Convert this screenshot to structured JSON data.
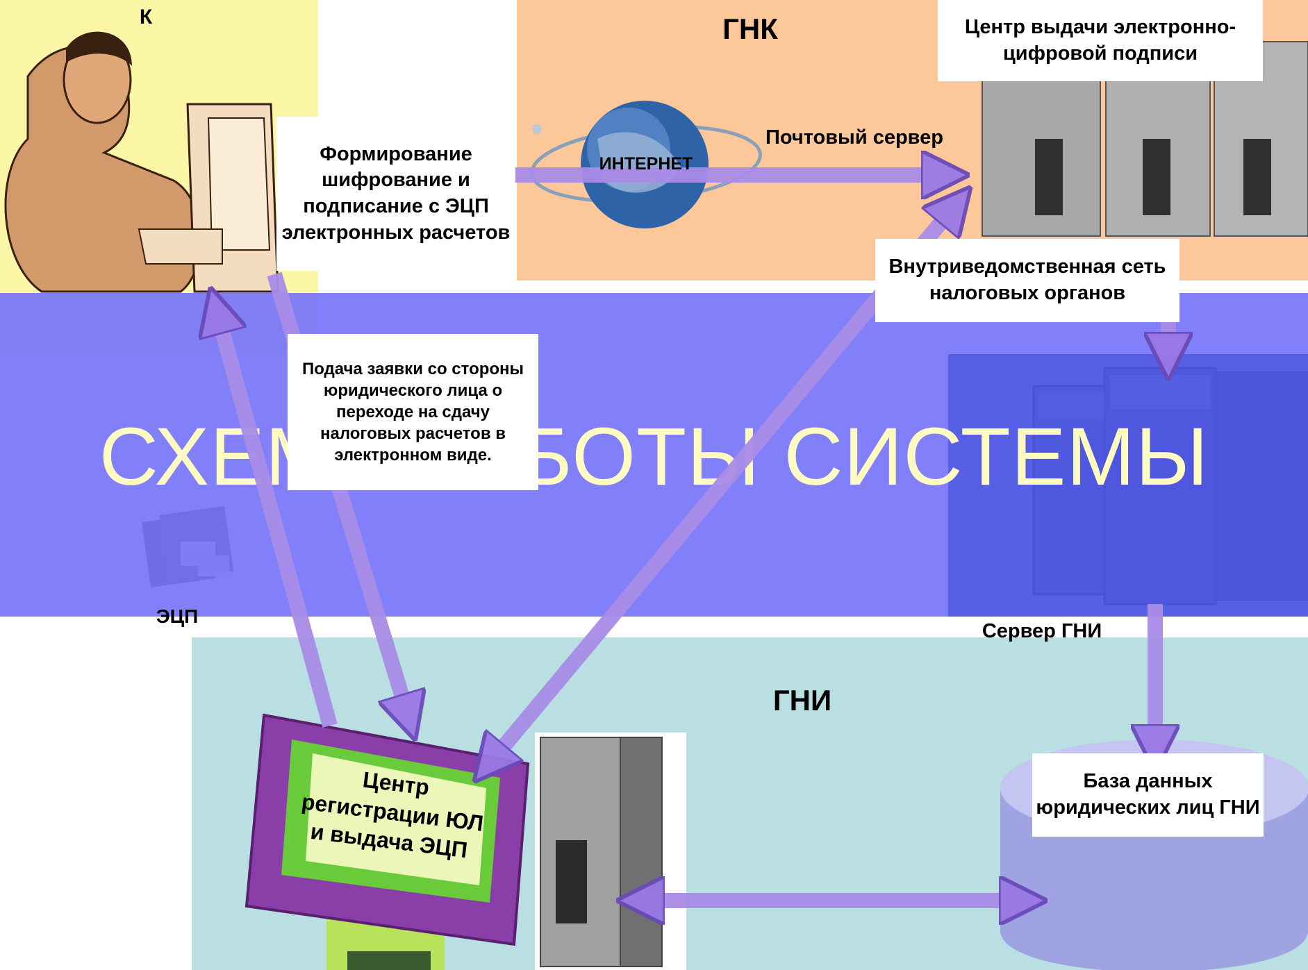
{
  "title": "СХЕМА РАБОТЫ СИСТЕМЫ",
  "regions": {
    "k": "К",
    "gnk": "ГНК",
    "gni": "ГНИ"
  },
  "labels": {
    "formation": "Формирование шифрование и подписание с ЭЦП электронных расчетов",
    "internet": "ИНТЕРНЕТ",
    "mail_server": "Почтовый сервер",
    "signature_center": "Центр выдачи электронно-цифровой подписи",
    "internal_network": "Внутриведомственная сеть налоговых органов",
    "application": "Подача заявки со стороны юридического лица о переходе на сдачу налоговых расчетов в электронном виде.",
    "ecp": "ЭЦП",
    "gni_server": "Сервер ГНИ",
    "registration_center": "Центр регистрации ЮЛ и выдача ЭЦП",
    "database": "База данных юридических лиц ГНИ"
  },
  "colors": {
    "k_region": "#fbf7a6",
    "gnk_region": "#fcc89a",
    "gni_region": "#b9dfe2",
    "band": "#7674fa",
    "title_text": "#fdfac2",
    "arrow": "#a98ce8"
  }
}
